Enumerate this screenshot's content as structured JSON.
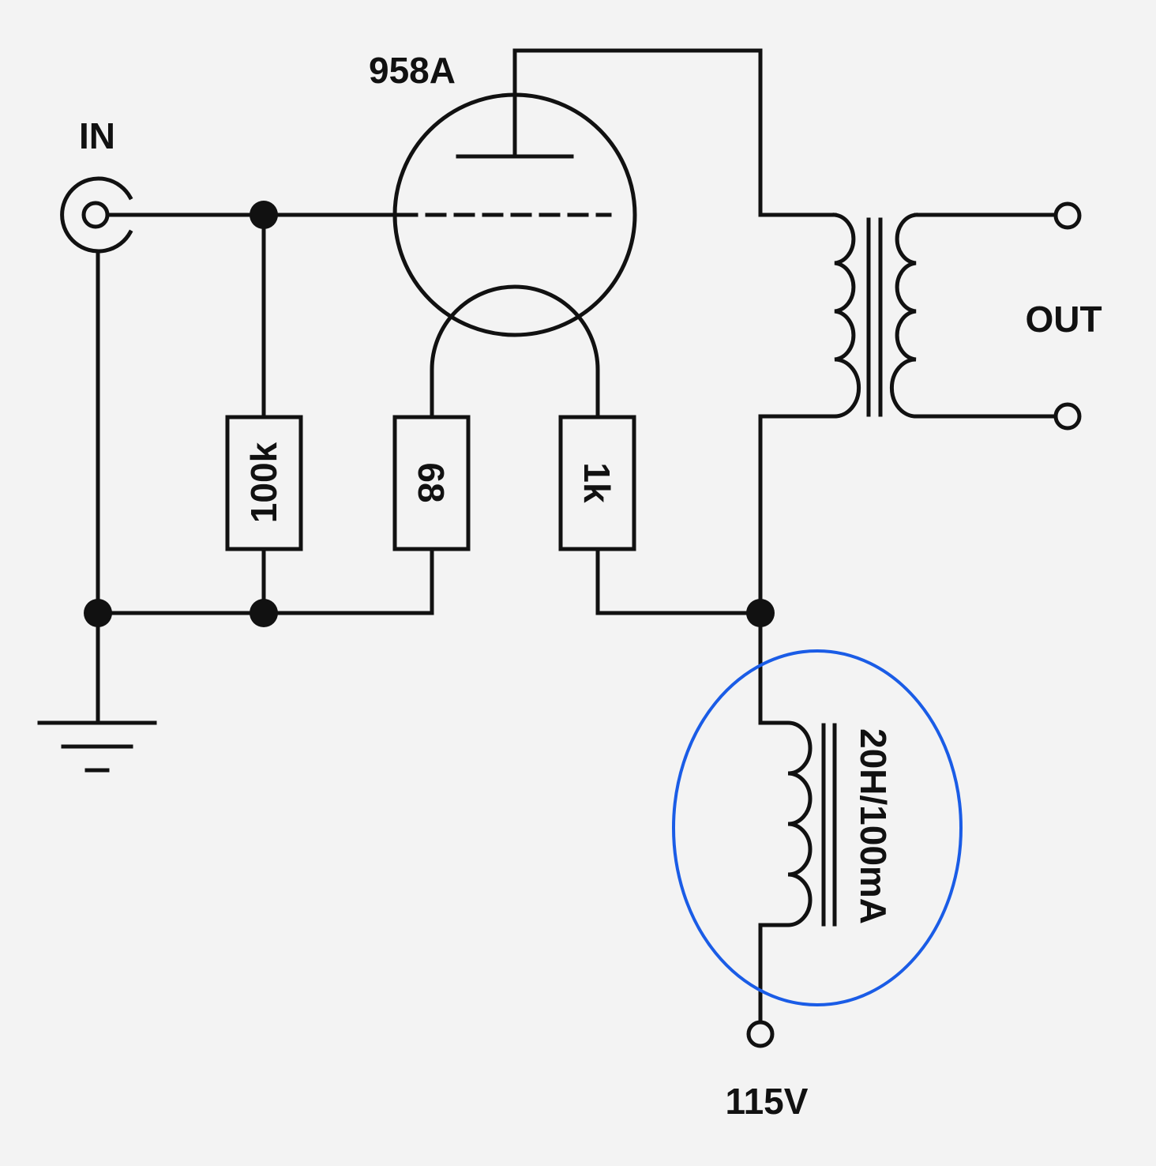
{
  "labels": {
    "input": "IN",
    "output": "OUT",
    "tube": "958A",
    "supply": "115V"
  },
  "components": {
    "grid_resistor": "100k",
    "filament_resistor_left": "68",
    "filament_resistor_right": "1k",
    "choke": "20H/100mA"
  },
  "colors": {
    "line": "#111111",
    "background": "#f3f3f3",
    "highlight": "#1a5ce6"
  }
}
